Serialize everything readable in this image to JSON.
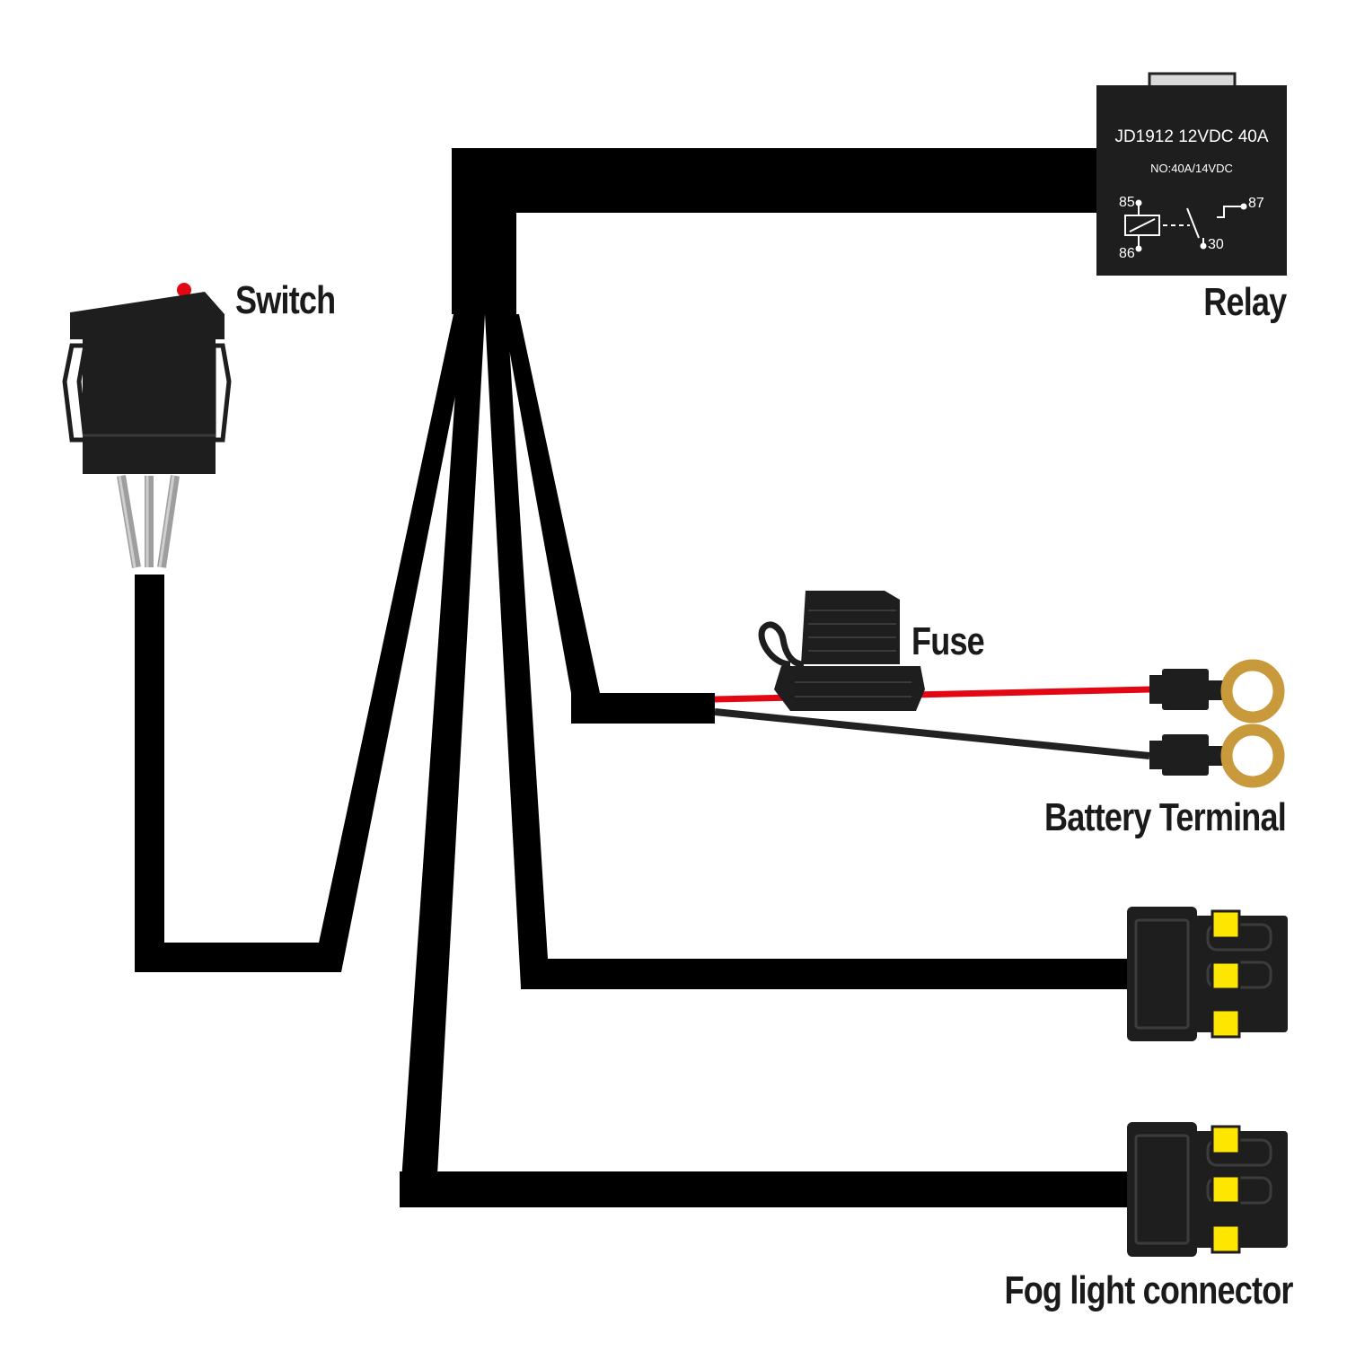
{
  "labels": {
    "switch": "Switch",
    "relay": "Relay",
    "fuse": "Fuse",
    "battery_terminal": "Battery Terminal",
    "fog_light_connector": "Fog light connector"
  },
  "relay": {
    "model": "JD1912 12VDC 40A",
    "rating": "NO:40A/14VDC",
    "pins": {
      "p85": "85",
      "p86": "86",
      "p87": "87",
      "p30": "30"
    }
  },
  "colors": {
    "wire": "#000000",
    "positive_wire": "#e30613",
    "negative_wire": "#222222",
    "switch_led": "#e30613",
    "ring_terminal": "#c89a3c",
    "connector_pin": "#ffe600",
    "component_body": "#1e1e1e"
  }
}
